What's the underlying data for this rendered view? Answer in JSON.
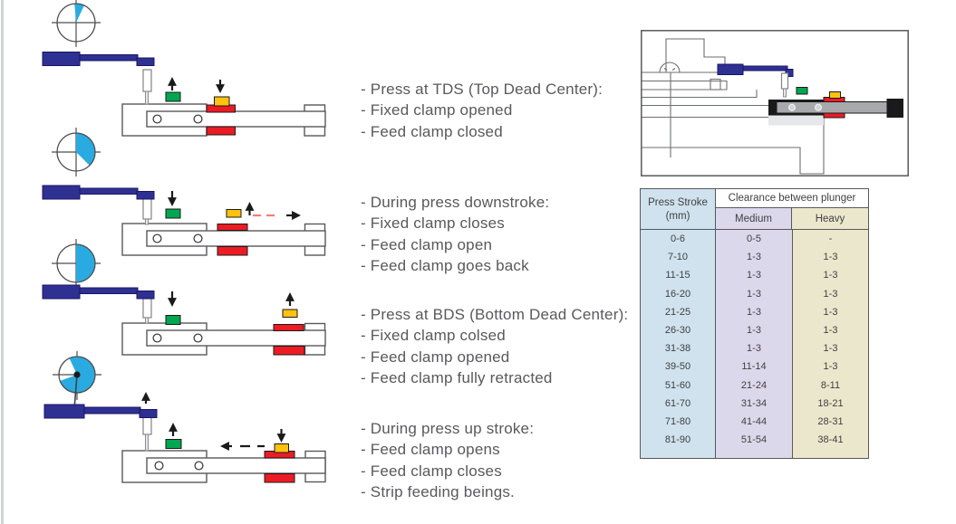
{
  "colors": {
    "cyan": "#29ABE2",
    "dark_blue": "#2E3192",
    "green": "#00A651",
    "yellow": "#FFC20E",
    "red": "#ED1C24",
    "text_gray": "#58595B",
    "table_col1_bg": "#CFE2EE",
    "table_col2_bg": "#DCD8EB",
    "table_col3_bg": "#EBE7CC"
  },
  "steps": [
    {
      "lines": [
        "- Press at TDS (Top Dead Center):",
        "- Fixed clamp opened",
        "- Feed clamp closed"
      ]
    },
    {
      "lines": [
        "- During press downstroke:",
        "- Fixed clamp closes",
        "- Feed clamp open",
        "- Feed clamp goes back"
      ]
    },
    {
      "lines": [
        "- Press at BDS (Bottom Dead Center):",
        "- Fixed clamp colsed",
        "- Feed clamp opened",
        "- Feed clamp fully retracted"
      ]
    },
    {
      "lines": [
        "- During press up stroke:",
        "- Feed clamp opens",
        "- Feed clamp closes",
        "- Strip feeding beings."
      ]
    }
  ],
  "table": {
    "col1_header_line1": "Press Stroke",
    "col1_header_line2": "(mm)",
    "span_header": "Clearance between plunger",
    "col2_header": "Medium",
    "col3_header": "Heavy",
    "rows": [
      [
        "0-6",
        "0-5",
        "-"
      ],
      [
        "7-10",
        "1-3",
        "1-3"
      ],
      [
        "11-15",
        "1-3",
        "1-3"
      ],
      [
        "16-20",
        "1-3",
        "1-3"
      ],
      [
        "21-25",
        "1-3",
        "1-3"
      ],
      [
        "26-30",
        "1-3",
        "1-3"
      ],
      [
        "31-38",
        "1-3",
        "1-3"
      ],
      [
        "39-50",
        "11-14",
        "1-3"
      ],
      [
        "51-60",
        "21-24",
        "8-11"
      ],
      [
        "61-70",
        "31-34",
        "18-21"
      ],
      [
        "71-80",
        "41-44",
        "28-31"
      ],
      [
        "81-90",
        "51-54",
        "38-41"
      ]
    ]
  }
}
